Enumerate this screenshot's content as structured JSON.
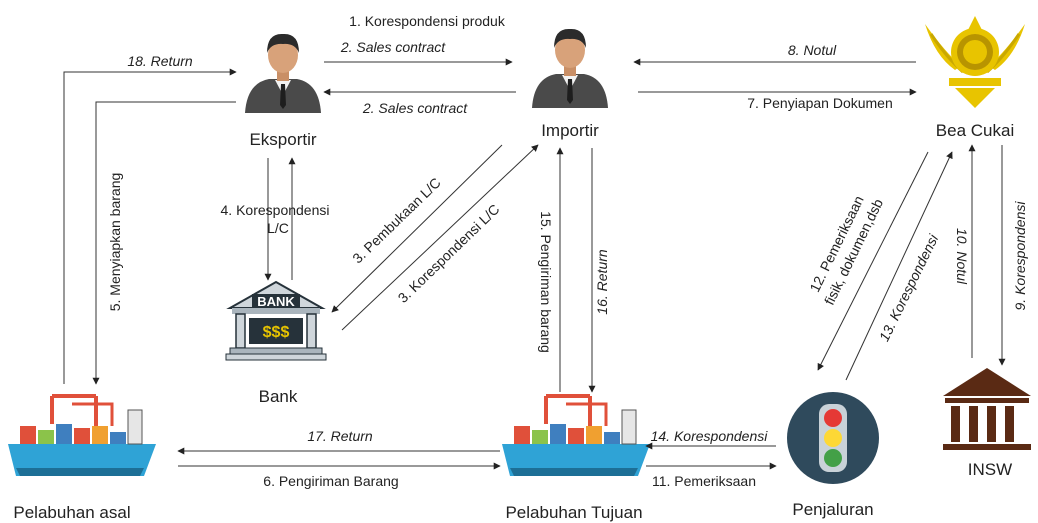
{
  "nodes": {
    "eksportir": "Eksportir",
    "importir": "Importir",
    "bea_cukai": "Bea Cukai",
    "bank": "Bank",
    "insw": "INSW",
    "penjaluran": "Penjaluran",
    "pelabuhan_asal": "Pelabuhan asal",
    "pelabuhan_tujuan": "Pelabuhan Tujuan"
  },
  "bank_sign": "BANK",
  "bank_money": "$$$",
  "edges": {
    "e1": "1. Korespondensi  produk",
    "e2a": "2. Sales contract",
    "e2b": "2. Sales contract",
    "e3a": "3. Pembukaan L/C",
    "e3b": "3. Korespondensi L/C",
    "e4_line1": "4. Korespondensi",
    "e4_line2": "L/C",
    "e5": "5. Menyiapkan barang",
    "e6": "6. Pengiriman Barang",
    "e7": "7. Penyiapan Dokumen",
    "e8": "8. Notul",
    "e9": "9. Korespondensi",
    "e10": "10. Notul",
    "e11": "11. Pemeriksaan",
    "e12_line1": "12. Pemeriksaan",
    "e12_line2": "fisik, dokumen,dsb",
    "e13": "13. Korespondensi",
    "e14": "14. Korespondensi",
    "e15": "15. Pengiriman barang",
    "e16": "16. Return",
    "e17": "17. Return",
    "e18": "18. Return"
  },
  "colors": {
    "suit": "#4a4a4a",
    "skin": "#d8a27a",
    "hair": "#2b2b2b",
    "bank_stone": "#cfd6db",
    "bank_dark": "#26323a",
    "gold": "#e8c400",
    "insw": "#5a2a14",
    "ship_hull": "#2fa3d6",
    "container_red": "#e0503a",
    "traffic_bg": "#2f4a5c",
    "red_light": "#e53935",
    "yellow_light": "#fdd835",
    "green_light": "#43a047"
  }
}
